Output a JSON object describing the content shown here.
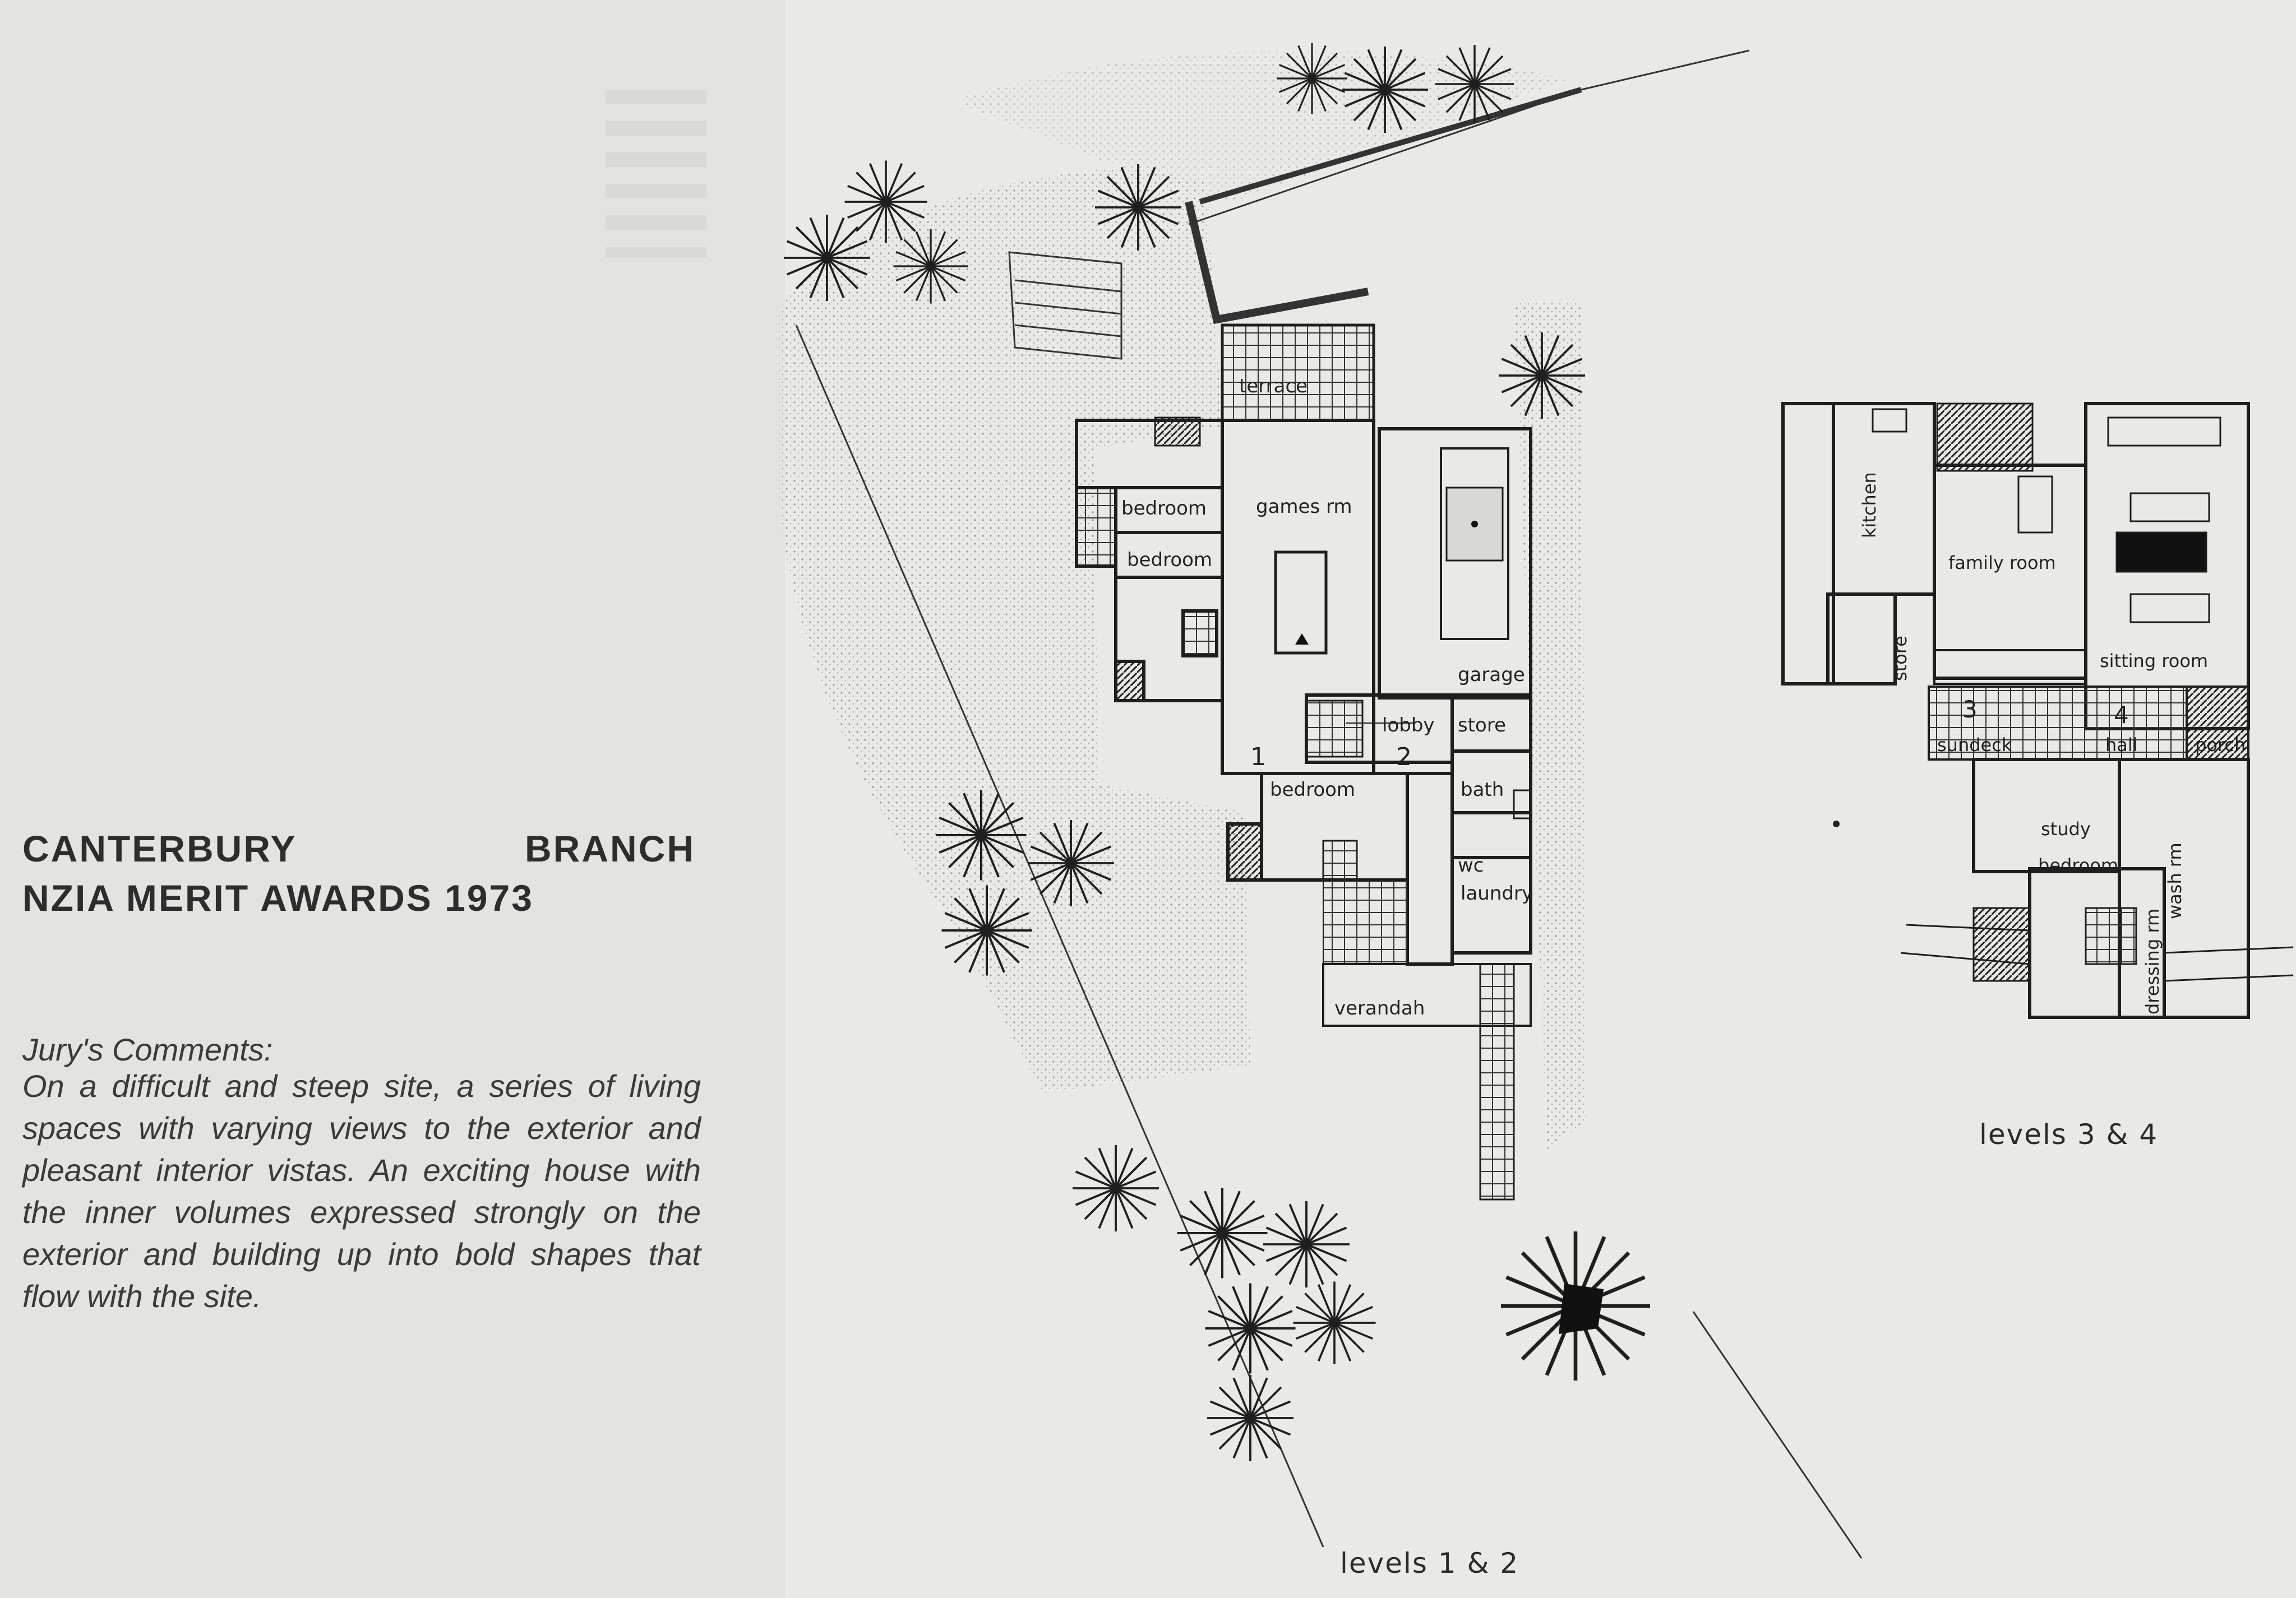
{
  "article": {
    "heading_line1_a": "CANTERBURY",
    "heading_line1_b": "BRANCH",
    "heading_line2": "NZIA MERIT AWARDS 1973",
    "jury_label": "Jury's Comments:",
    "jury_text": "On a difficult and steep site, a series of living spaces with varying views to the exterior and pleasant interior vistas. An exciting house with the inner volumes expressed strongly on the exterior and building up into bold shapes that flow with the site."
  },
  "plan_main": {
    "caption": "levels 1 & 2",
    "rooms": {
      "terrace": "terrace",
      "games": "games rm",
      "bedroom_a": "bedroom",
      "bedroom_b": "bedroom",
      "garage": "garage",
      "lobby": "lobby",
      "store": "store",
      "level1": "1",
      "level2": "2",
      "bedroom_c": "bedroom",
      "bath": "bath",
      "wc": "wc",
      "laundry": "laundry",
      "verandah": "verandah"
    }
  },
  "plan_upper": {
    "caption": "levels 3 & 4",
    "rooms": {
      "kitchen": "kitchen",
      "family": "family room",
      "sitting": "sitting room",
      "store": "store",
      "level3": "3",
      "level4": "4",
      "sundeck": "sundeck",
      "hall": "hall",
      "porch": "porch",
      "study": "study",
      "bedroom": "bedroom",
      "wash": "wash rm",
      "dressing": "dressing rm"
    }
  }
}
